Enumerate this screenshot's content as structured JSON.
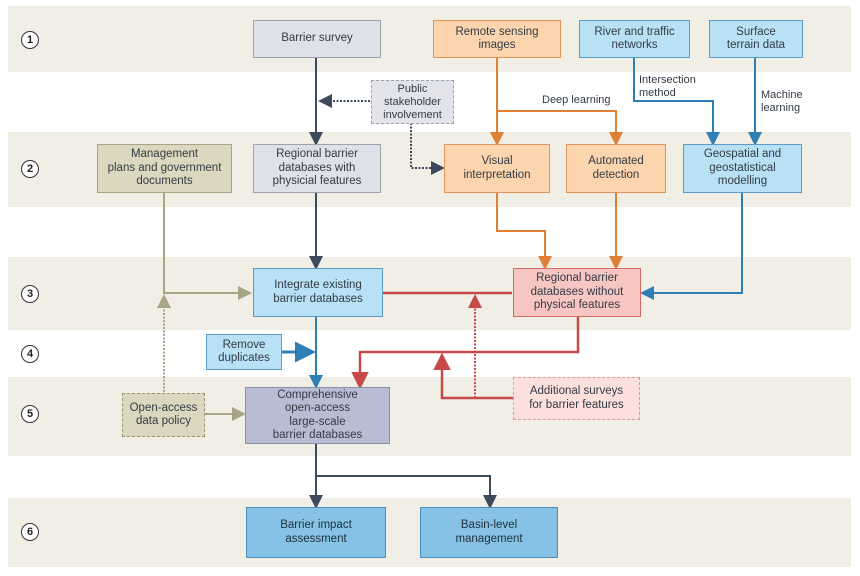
{
  "steps": [
    "1",
    "2",
    "3",
    "4",
    "5",
    "6"
  ],
  "nodes": {
    "barrier_survey": "Barrier survey",
    "remote_sensing": "Remote sensing\nimages",
    "river_traffic": "River and traffic\nnetworks",
    "surface_terrain": "Surface\nterrain data",
    "public_stakeholder": "Public\nstakeholder\ninvolvement",
    "management_plans": "Management\nplans  and government\ndocuments",
    "regional_with": "Regional barrier\ndatabases with\nphysicial features",
    "visual_interpretation": "Visual\ninterpretation",
    "automated_detection": "Automated\ndetection",
    "geospatial": "Geospatial and\ngeostatistical\nmodelling",
    "integrate": "Integrate existing\nbarrier databases",
    "regional_without": "Regional barrier\ndatabases without\nphysical features",
    "remove_duplicates": "Remove\nduplicates",
    "open_access_policy": "Open-access\ndata policy",
    "comprehensive": "Comprehensive\nopen-access\nlarge-scale\nbarrier databases",
    "additional_surveys": "Additional surveys\nfor barrier features",
    "impact_assessment": "Barrier impact\nassessment",
    "basin_management": "Basin-level\nmanagement"
  },
  "edge_labels": {
    "deep_learning": "Deep learning",
    "intersection_method": "Intersection\nmethod",
    "machine_learning": "Machine\nlearning"
  },
  "colors": {
    "dark_flow": "#3d4a5c",
    "orange_flow": "#e07f36",
    "blue_flow": "#2f7fb5",
    "red_flow": "#c8494a",
    "olive_flow": "#a9a485",
    "band": "#f0eee5"
  }
}
